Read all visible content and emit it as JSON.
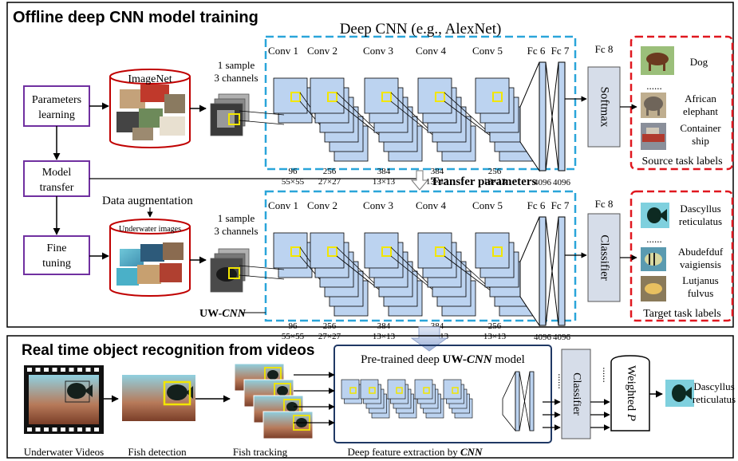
{
  "top_panel": {
    "title": "Offline deep CNN model training",
    "cnn_title": "Deep CNN (e.g., AlexNet)",
    "layers": [
      "Conv 1",
      "Conv 2",
      "Conv 3",
      "Conv 4",
      "Conv 5",
      "Fc 6",
      "Fc 7",
      "Fc 8"
    ],
    "channel_counts": [
      "96",
      "256",
      "384",
      "384",
      "256",
      "4096",
      "4096"
    ],
    "sizes": [
      "55×55",
      "27×27",
      "13×13",
      "13×13",
      "13×13"
    ],
    "softmax": "Softmax",
    "classifier": "Classifier",
    "imagenet": "ImageNet",
    "underwater": "Underwater images",
    "sample": "1 sample",
    "channels": "3 channels",
    "data_augmentation": "Data augmentation",
    "transfer_parameters": "Transfer parameters",
    "uw_prefix": "UW-",
    "uw_suffix": "CNN",
    "steps": [
      {
        "line1": "Parameters",
        "line2": "learning"
      },
      {
        "line1": "Model",
        "line2": "transfer"
      },
      {
        "line1": "Fine",
        "line2": "tuning"
      }
    ],
    "source_labels": {
      "title": "Source task labels",
      "items": [
        {
          "line1": "Dog",
          "line2": ""
        },
        {
          "line1": "African",
          "line2": "elephant"
        },
        {
          "line1": "Container",
          "line2": "ship"
        }
      ],
      "dots": "......"
    },
    "target_labels": {
      "title": "Target task labels",
      "items": [
        {
          "line1": "Dascyllus",
          "line2": "reticulatus"
        },
        {
          "line1": "Abudefduf",
          "line2": "vaigiensis"
        },
        {
          "line1": "Lutjanus",
          "line2": "fulvus"
        }
      ],
      "dots": "......"
    }
  },
  "bottom_panel": {
    "title": "Real time object recognition from videos",
    "model_title_pre": "Pre-trained deep ",
    "model_title_uw": "UW-",
    "model_title_cnn": "CNN",
    "model_title_post": " model",
    "classifier": "Classifier",
    "weighted": "Weighted",
    "p": "P",
    "dots": "......",
    "output_line1": "Dascyllus",
    "output_line2": "reticulatus",
    "captions": {
      "videos": "Underwater Videos",
      "detection": "Fish detection",
      "tracking": "Fish tracking",
      "extraction_pre": "Deep feature extraction by ",
      "extraction_cnn": "CNN"
    }
  },
  "colors": {
    "layer_fill": "#bcd3f0",
    "dashed_blue": "#2aa5d9",
    "dashed_red": "#e0171f",
    "purple": "#7030a0",
    "dark_red": "#c00000",
    "navy": "#1f3864",
    "yellow": "#f2e600"
  }
}
